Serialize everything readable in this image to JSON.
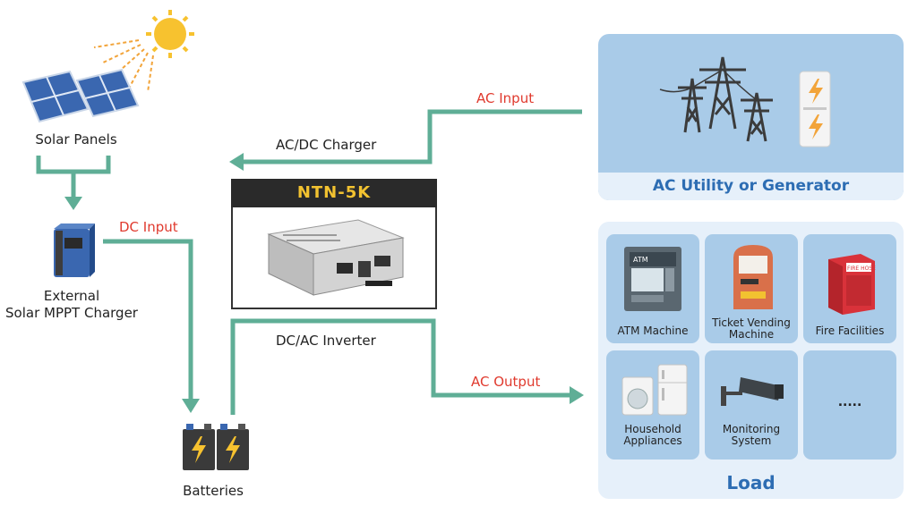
{
  "labels": {
    "solar_panels": "Solar Panels",
    "mppt_line1": "External",
    "mppt_line2": "Solar MPPT Charger",
    "dc_input": "DC Input",
    "batteries": "Batteries",
    "ac_input": "AC Input",
    "acdc_charger": "AC/DC Charger",
    "dcac_inverter": "DC/AC Inverter",
    "ac_output": "AC Output"
  },
  "product": {
    "name": "NTN-5K"
  },
  "ac_panel": {
    "title": "AC Utility or Generator"
  },
  "load_panel": {
    "title": "Load",
    "tiles": [
      {
        "line1": "ATM Machine",
        "line2": "",
        "icon": "atm-icon"
      },
      {
        "line1": "Ticket Vending",
        "line2": "Machine",
        "icon": "ticket-machine-icon"
      },
      {
        "line1": "Fire Facilities",
        "line2": "",
        "icon": "fire-hose-icon"
      },
      {
        "line1": "Household",
        "line2": "Appliances",
        "icon": "appliances-icon"
      },
      {
        "line1": "Monitoring",
        "line2": "System",
        "icon": "camera-icon"
      },
      {
        "line1": ".....",
        "line2": "",
        "icon": ""
      }
    ]
  },
  "colors": {
    "arrow": "#5fae96",
    "accent_red": "#e03a2e",
    "panel_blue": "#a9cbe8",
    "panel_light": "#e6f0fa",
    "title_blue": "#2d6db3"
  }
}
